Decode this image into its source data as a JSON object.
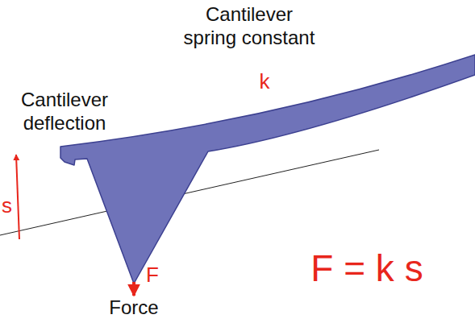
{
  "diagram": {
    "labels": [
      "Cantilever spring constant",
      "k",
      "Cantilever deflection",
      "s",
      "F",
      "Force",
      "F = k s"
    ]
  }
}
